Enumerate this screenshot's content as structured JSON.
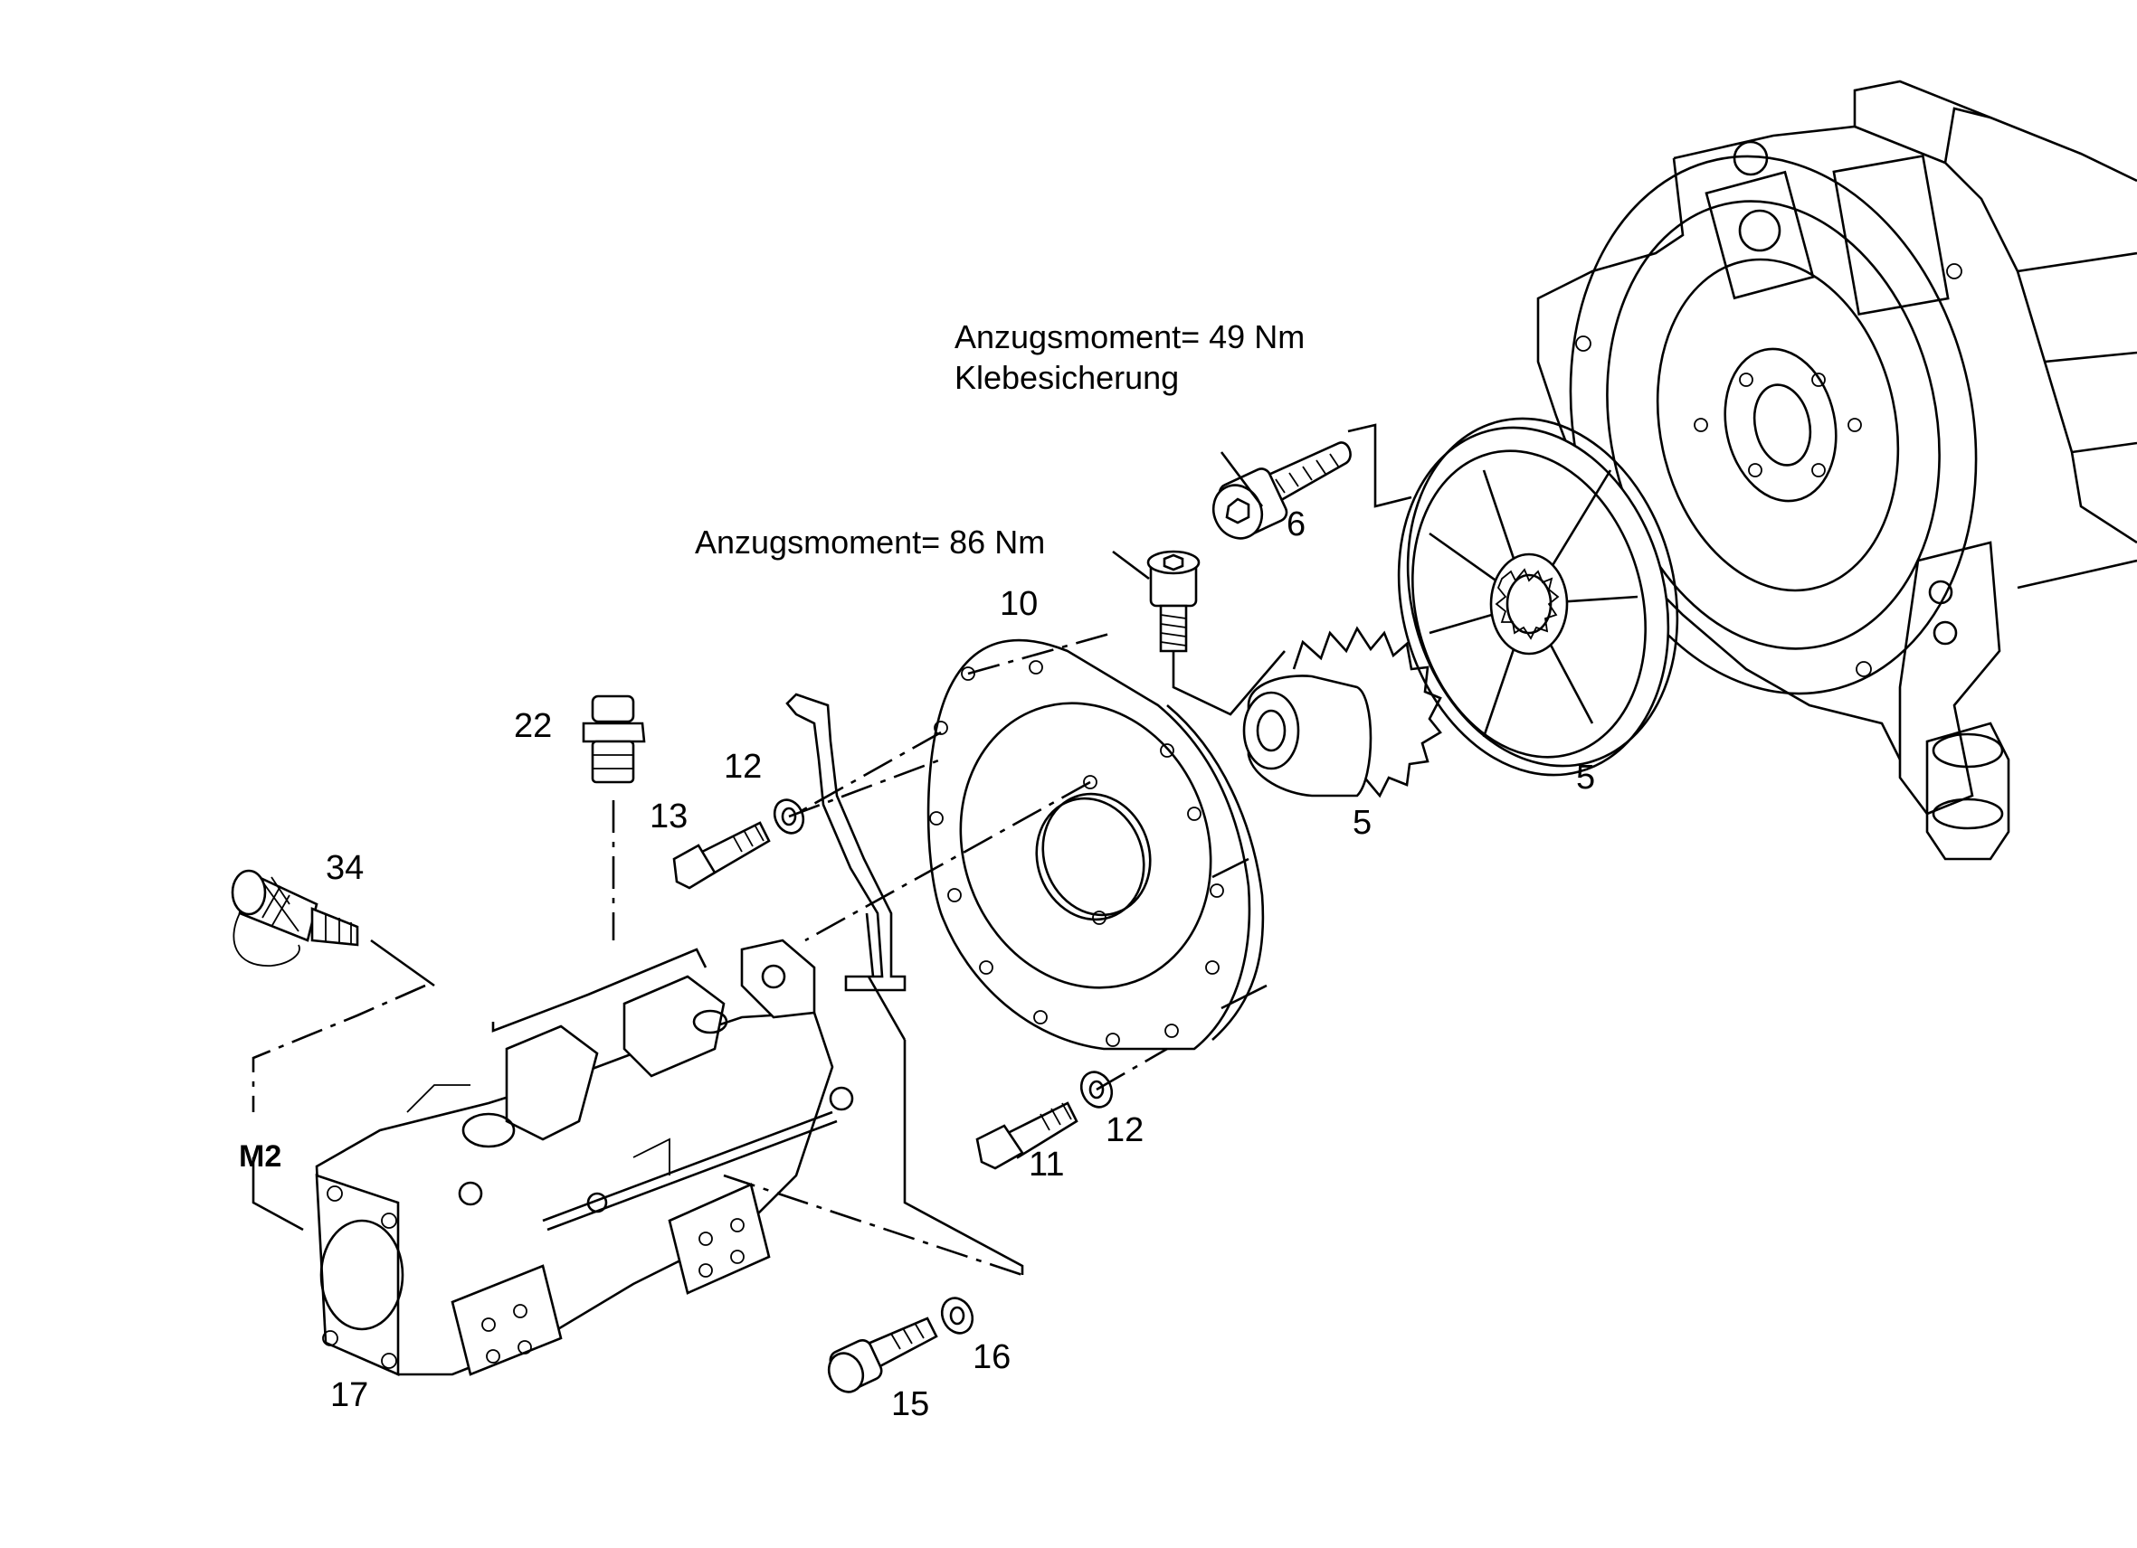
{
  "annotations": {
    "torque_6": "Anzugsmoment= 49 Nm",
    "adhesive_6": "Klebesicherung",
    "torque_9": "Anzugsmoment= 86 Nm"
  },
  "port_label": "M2",
  "part_numbers": {
    "p5a": "5",
    "p5b": "5",
    "p6": "6",
    "p10": "10",
    "p11": "11",
    "p12a": "12",
    "p12b": "12",
    "p13": "13",
    "p15": "15",
    "p16": "16",
    "p17": "17",
    "p22": "22",
    "p34": "34"
  }
}
